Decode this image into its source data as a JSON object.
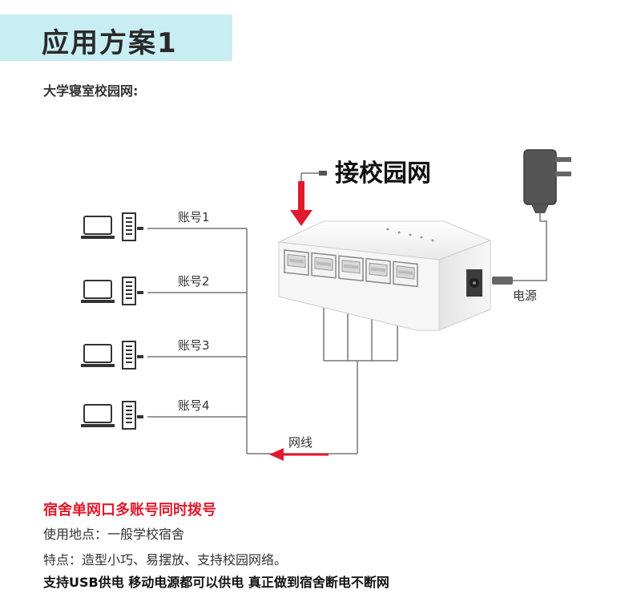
{
  "title": "应用方案1",
  "subtitle": "大学寝室校园网:",
  "diagram": {
    "uplink_label": "接校园网",
    "power_label": "电源",
    "cable_label": "网线",
    "accounts": [
      "账号1",
      "账号2",
      "账号3",
      "账号4"
    ]
  },
  "colors": {
    "accent_red": "#e0192d",
    "title_bg": "#c8eef3"
  },
  "footer": {
    "headline": "宿舍单网口多账号同时拨号",
    "location": "使用地点：一般学校宿舍",
    "features": "特点：造型小巧、易摆放、支持校园网络。",
    "usb": "支持USB供电 移动电源都可以供电 真正做到宿舍断电不断网"
  }
}
